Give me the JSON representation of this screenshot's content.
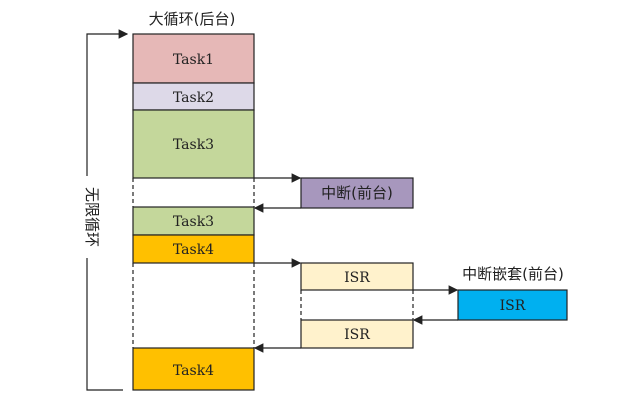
{
  "diagram": {
    "title_background": "大循环(后台)",
    "loop_label": "无限循环",
    "interrupt_label": "中断(前台)",
    "nested_label": "中断嵌套(前台)",
    "tasks": [
      "Task1",
      "Task2",
      "Task3",
      "Task3",
      "Task4",
      "Task4"
    ],
    "isr_label": "ISR",
    "colors": {
      "task1": "#e6b8b7",
      "task2": "#ddd9e8",
      "task3": "#c4d79b",
      "task4": "#ffc000",
      "interrupt": "#a797bd",
      "isr": "#fff2cc",
      "nested_isr": "#00b0f0"
    }
  }
}
